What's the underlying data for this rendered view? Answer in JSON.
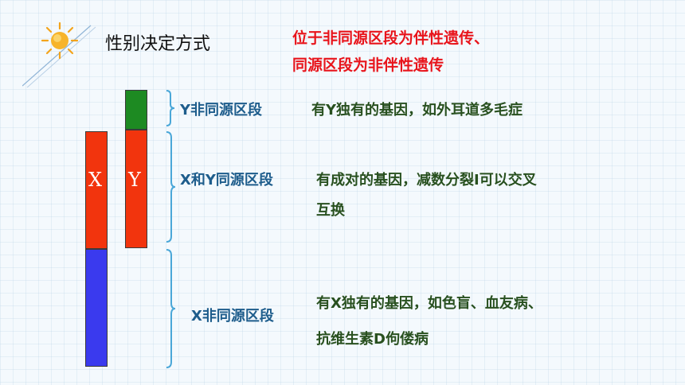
{
  "header": {
    "title": "性别决定方式",
    "note_line1": "位于非同源区段为伴性遗传、",
    "note_line2": "同源区段为非伴性遗传"
  },
  "chromosomes": {
    "x_label": "X",
    "y_label": "Y"
  },
  "segments": [
    {
      "name": "Y非同源区段",
      "desc_lines": [
        "有Y独有的基因，如外耳道多毛症"
      ]
    },
    {
      "name": "X和Y同源区段",
      "desc_lines": [
        "有成对的基因，减数分裂I可以交叉",
        "互换"
      ]
    },
    {
      "name": "X非同源区段",
      "desc_lines": [
        "有X独有的基因，如色盲、血友病、",
        "抗维生素D佝偻病"
      ]
    }
  ],
  "colors": {
    "segment_label": "#1e5d8c",
    "description": "#28501f",
    "note": "#e8141b",
    "homologous_red": "#f2340d",
    "x_nonhomologous_blue": "#3a3aee",
    "y_nonhomologous_green": "#1d8a22",
    "brace": "#4aa7d8"
  },
  "icons": [
    "sun-icon"
  ]
}
